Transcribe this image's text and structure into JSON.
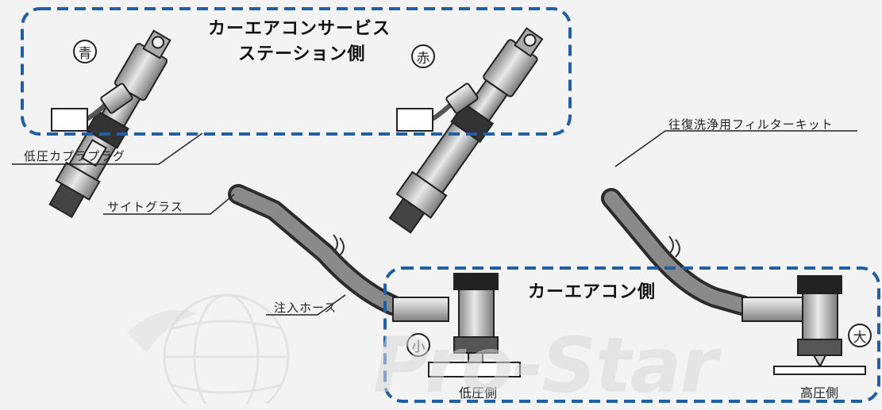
{
  "groups": {
    "station_title_line1": "カーエアコンサービス",
    "station_title_line2": "ステーション側",
    "car_title": "カーエアコン側"
  },
  "badges": {
    "blue": "青",
    "red": "赤",
    "small": "小",
    "large": "大"
  },
  "callouts": {
    "low_coupler_plug": "低圧カプラプラグ",
    "sight_glass": "サイトグラス",
    "charge_hose": "注入ホース",
    "filter_kit": "往復洗浄用フィルターキット"
  },
  "ports": {
    "low_side": "低圧側",
    "high_side": "高圧側"
  },
  "watermark": "Pro-Star",
  "colors": {
    "group_border": "#1f5fa8",
    "metal_light": "#d8d8d8",
    "metal_dark": "#555555",
    "hose": "#6b6b6b"
  }
}
